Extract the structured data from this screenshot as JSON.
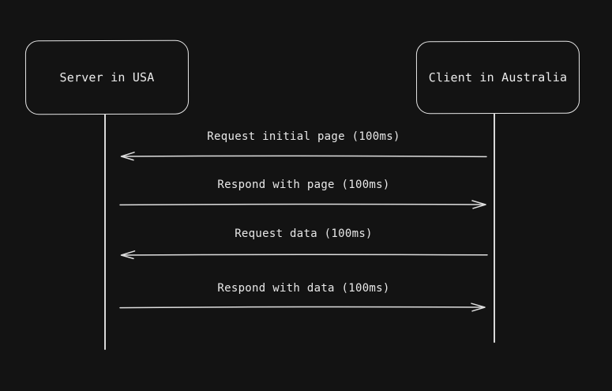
{
  "diagram": {
    "type": "sequence-diagram",
    "background_color": "#131313",
    "stroke_color": "#e6e6e6",
    "actors": [
      {
        "id": "server",
        "label": "Server in USA"
      },
      {
        "id": "client",
        "label": "Client in Australia"
      }
    ],
    "messages": [
      {
        "label": "Request initial page (100ms)",
        "from": "client",
        "to": "server",
        "direction": "left"
      },
      {
        "label": "Respond with page (100ms)",
        "from": "server",
        "to": "client",
        "direction": "right"
      },
      {
        "label": "Request data (100ms)",
        "from": "client",
        "to": "server",
        "direction": "left"
      },
      {
        "label": "Respond with data (100ms)",
        "from": "server",
        "to": "client",
        "direction": "right"
      }
    ]
  }
}
